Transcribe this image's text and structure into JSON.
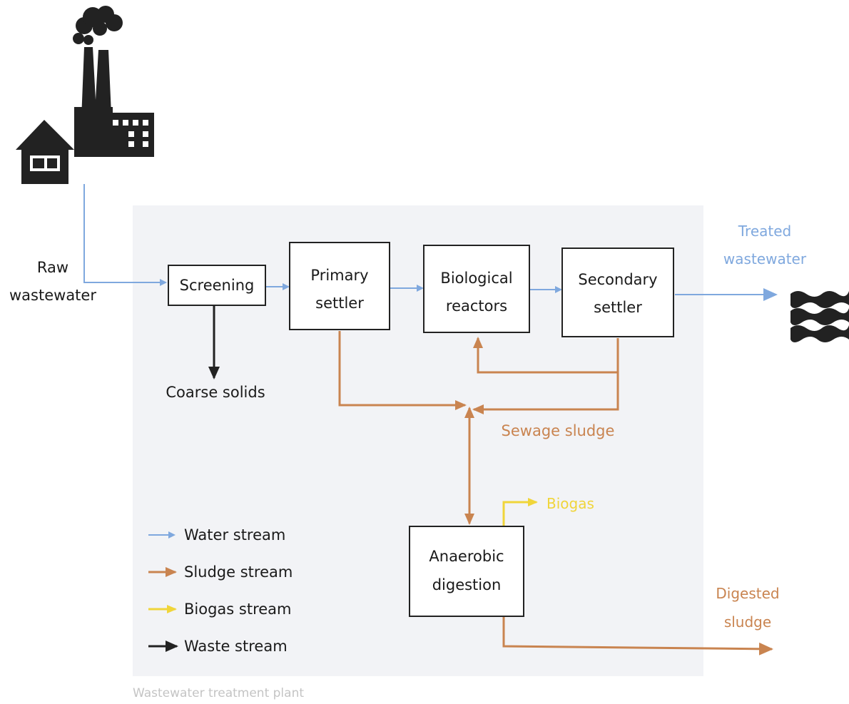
{
  "inputs": {
    "raw_line1": "Raw",
    "raw_line2": "wastewater"
  },
  "processes": {
    "screening": "Screening",
    "primary_line1": "Primary",
    "primary_line2": "settler",
    "bio_line1": "Biological",
    "bio_line2": "reactors",
    "secondary_line1": "Secondary",
    "secondary_line2": "settler",
    "anaerobic_line1": "Anaerobic",
    "anaerobic_line2": "digestion"
  },
  "outputs": {
    "coarse_solids": "Coarse solids",
    "treated_line1": "Treated",
    "treated_line2": "wastewater",
    "sewage_sludge": "Sewage sludge",
    "biogas": "Biogas",
    "digested_line1": "Digested",
    "digested_line2": "sludge"
  },
  "legend": {
    "water": "Water stream",
    "sludge": "Sludge stream",
    "biogas": "Biogas stream",
    "waste": "Waste stream"
  },
  "caption": "Wastewater treatment plant",
  "colors": {
    "water": "#7fa8de",
    "sludge": "#c98450",
    "biogas": "#f0d53a",
    "waste": "#222222",
    "plant_bg": "#f2f3f6",
    "icon": "#222222"
  }
}
